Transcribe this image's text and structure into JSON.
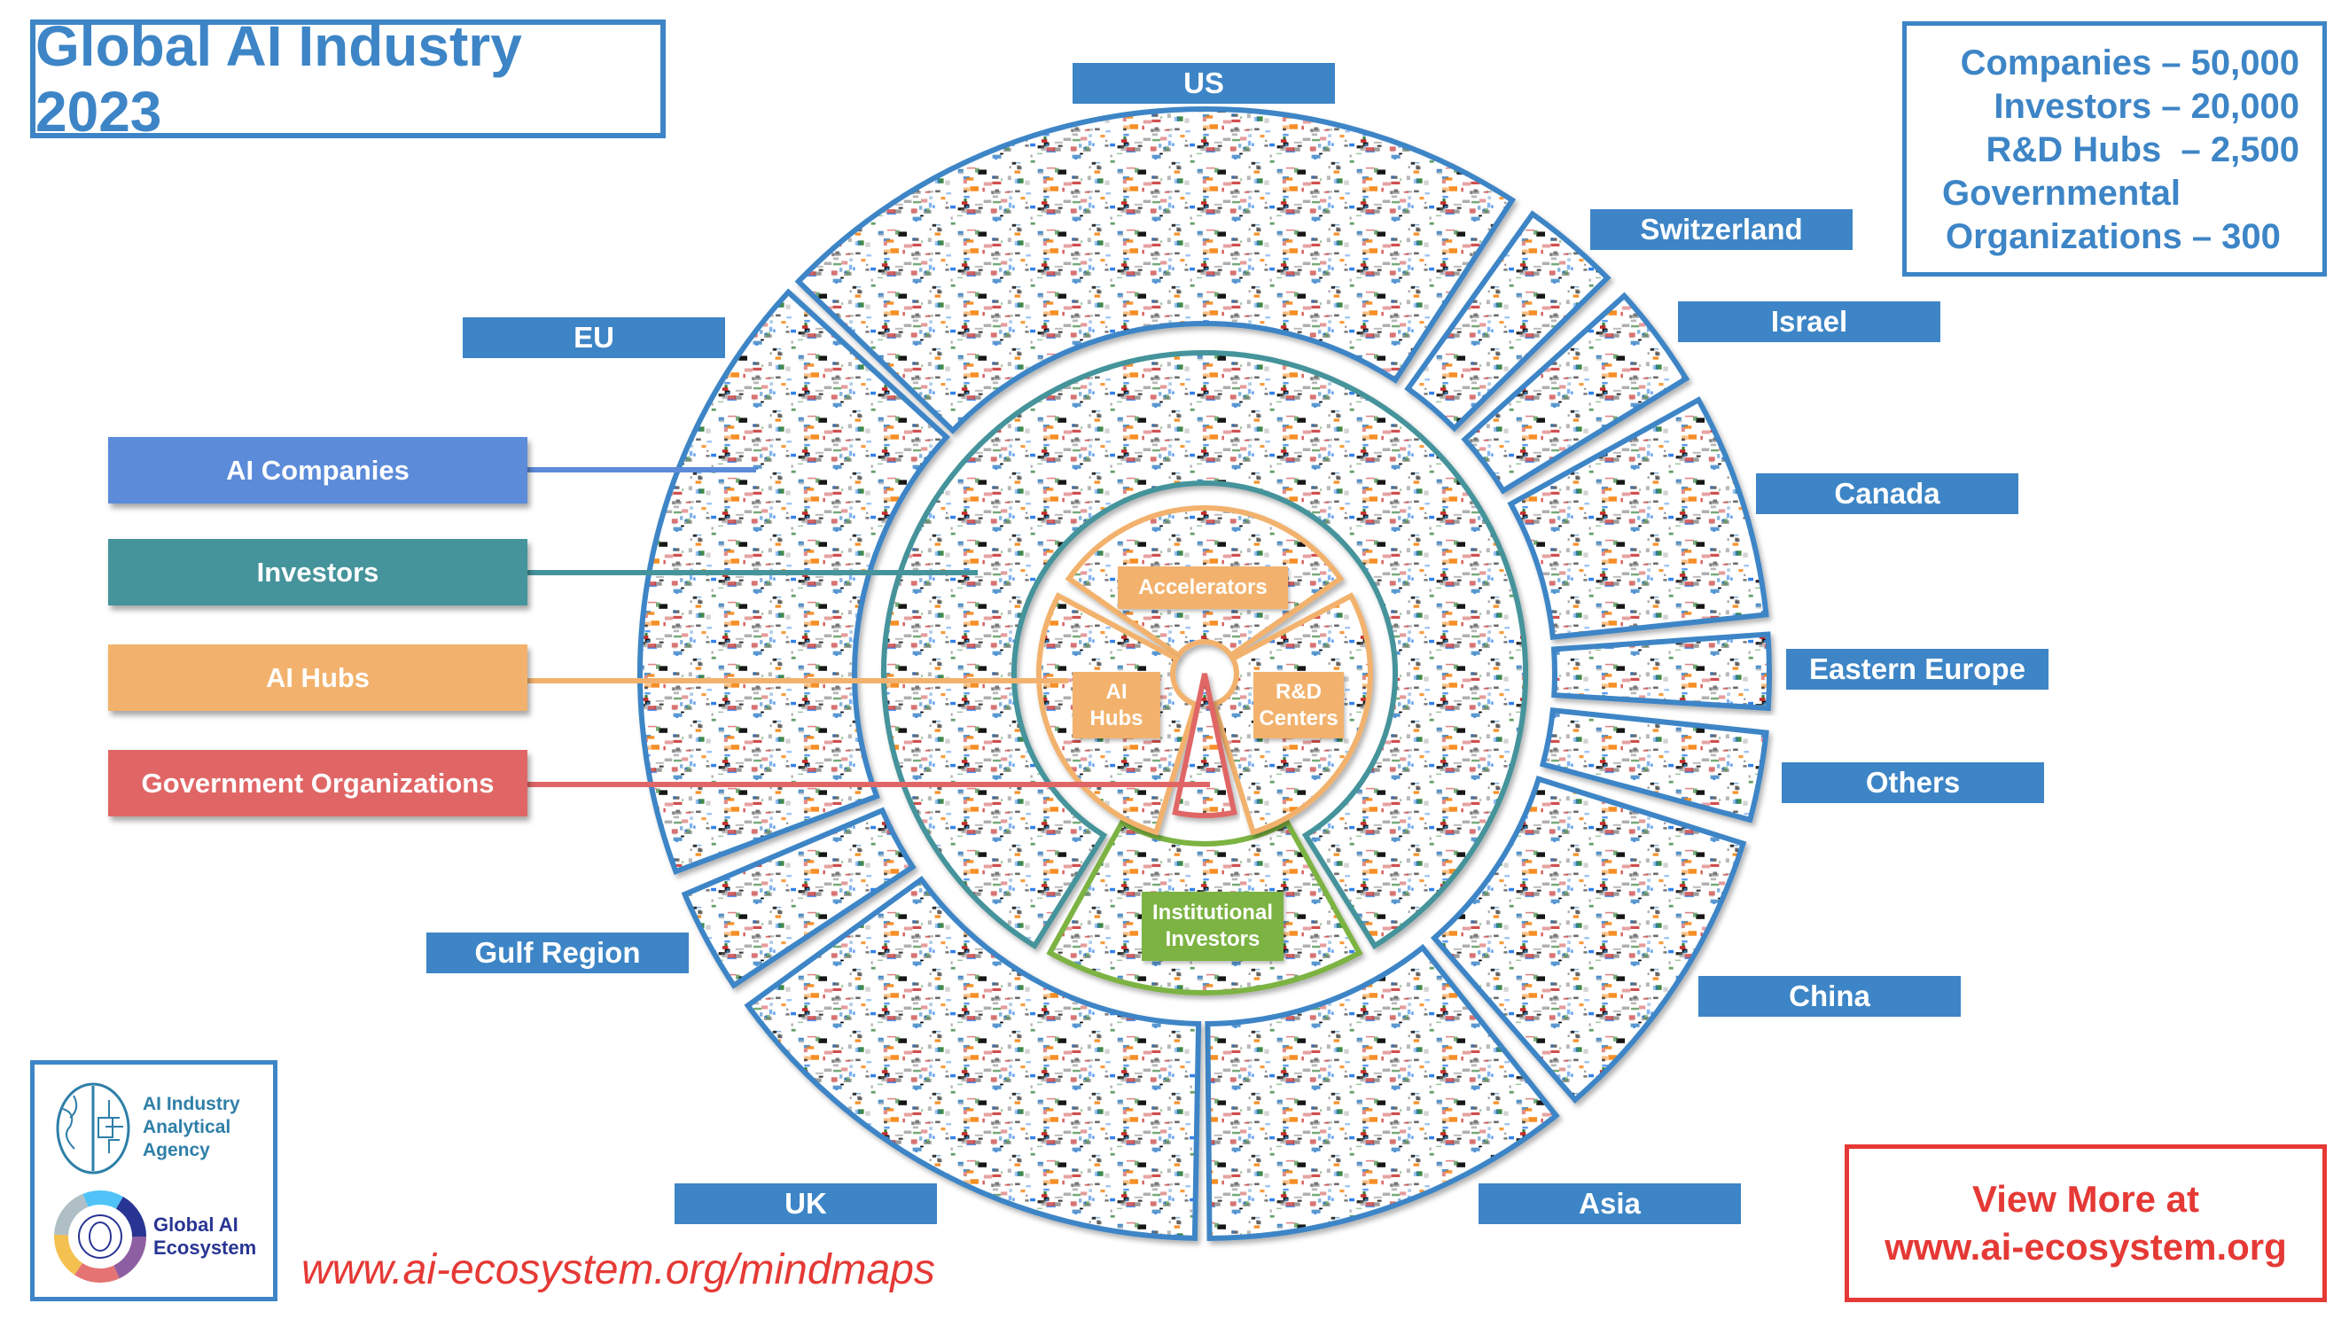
{
  "title": "Global AI Industry 2023",
  "stats": {
    "companies": "Companies – 50,000",
    "investors": "Investors – 20,000",
    "rd_hubs": "R&D Hubs  – 2,500",
    "gov_line1": "Governmental",
    "gov_line2": "Organizations – 300"
  },
  "regions": {
    "us": "US",
    "switzerland": "Switzerland",
    "israel": "Israel",
    "canada": "Canada",
    "eastern_europe": "Eastern Europe",
    "others": "Others",
    "china": "China",
    "asia": "Asia",
    "uk": "UK",
    "gulf": "Gulf Region",
    "eu": "EU"
  },
  "legend": {
    "companies": "AI Companies",
    "investors": "Investors",
    "hubs": "AI Hubs",
    "gov": "Government Organizations"
  },
  "inner": {
    "accelerators": "Accelerators",
    "ai_hubs_1": "AI",
    "ai_hubs_2": "Hubs",
    "rd_1": "R&D",
    "rd_2": "Centers",
    "inst_1": "Institutional",
    "inst_2": "Investors"
  },
  "logos": {
    "agency": [
      "AI Industry",
      "Analytical",
      "Agency"
    ],
    "ecosystem": [
      "Global AI",
      "Ecosystem"
    ]
  },
  "url": "www.ai-ecosystem.org/mindmaps",
  "view_more": {
    "line1": "View More at",
    "line2": "www.ai-ecosystem.org"
  },
  "colors": {
    "blue": "#3d85c6",
    "companies": "#5b8bd9",
    "investors": "#45939b",
    "hubs": "#f2b26d",
    "gov": "#e06666",
    "institutional": "#7cb342",
    "red_text": "#e53935"
  }
}
